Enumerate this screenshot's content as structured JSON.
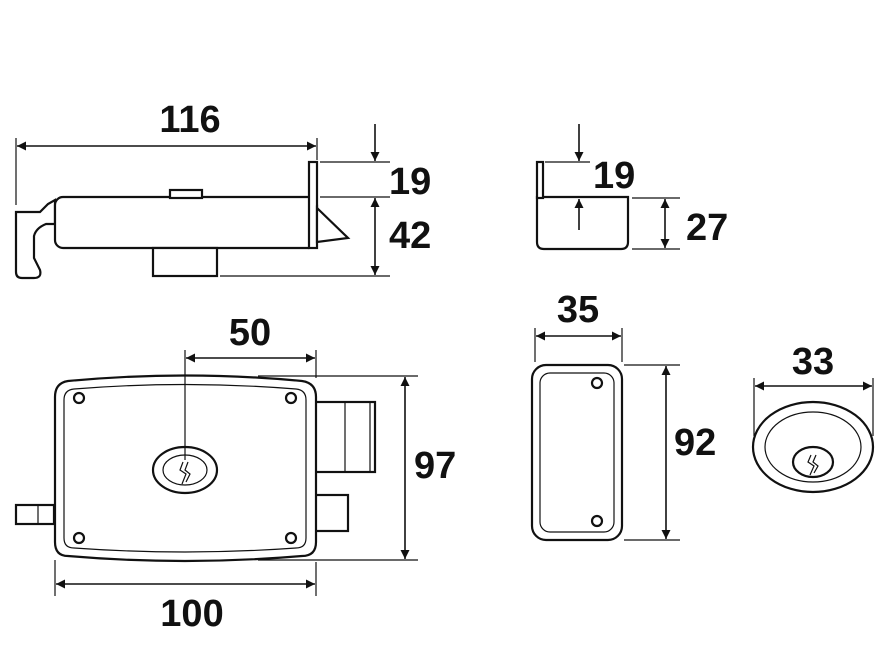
{
  "drawing": {
    "dimensions": {
      "top_width": "116",
      "top_flange_height": "19",
      "top_body_height": "42",
      "side_flange_height": "19",
      "side_height": "27",
      "front_center": "50",
      "front_height": "97",
      "front_width": "100",
      "plate_width": "35",
      "plate_height": "92",
      "cylinder_diameter": "33"
    }
  }
}
